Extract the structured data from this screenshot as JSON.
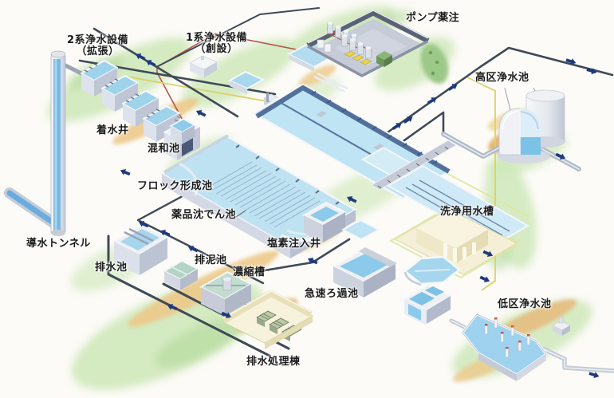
{
  "facilities": {
    "system2_purification": {
      "label": "2系浄水設備",
      "sub": "（拡張）"
    },
    "system1_purification": {
      "label": "1系浄水設備",
      "sub": "（創設）"
    },
    "pump_chemical_injection": {
      "label": "ポンプ薬注"
    },
    "high_zone_reservoir": {
      "label": "高区浄水池"
    },
    "receiving_well": {
      "label": "着水井"
    },
    "mixing_basin": {
      "label": "混和池"
    },
    "floc_formation_basin": {
      "label": "フロック形成池"
    },
    "chemical_sedimentation_basin": {
      "label": "薬品沈でん池"
    },
    "conduit_tunnel": {
      "label": "導水トンネル"
    },
    "drainage_basin": {
      "label": "排水池"
    },
    "sludge_discharge_basin": {
      "label": "排泥池"
    },
    "thickener_tank": {
      "label": "濃縮槽"
    },
    "chlorine_injection_well": {
      "label": "塩素注入井"
    },
    "backwash_water_tank": {
      "label": "洗浄用水槽"
    },
    "rapid_sand_filter_basin": {
      "label": "急速ろ過池"
    },
    "wastewater_treatment_building": {
      "label": "排水処理棟"
    },
    "low_zone_reservoir": {
      "label": "低区浄水池"
    }
  },
  "colors": {
    "flow_arrow": "#1e3a7c",
    "pipe_dark": "#3f4a58",
    "chemical_line_red": "#b5574d",
    "chemical_line_yellow": "#d9d26a",
    "water": "#9ed2ee",
    "grass": "#cfe8ba",
    "sand": "#e6bd7f"
  }
}
